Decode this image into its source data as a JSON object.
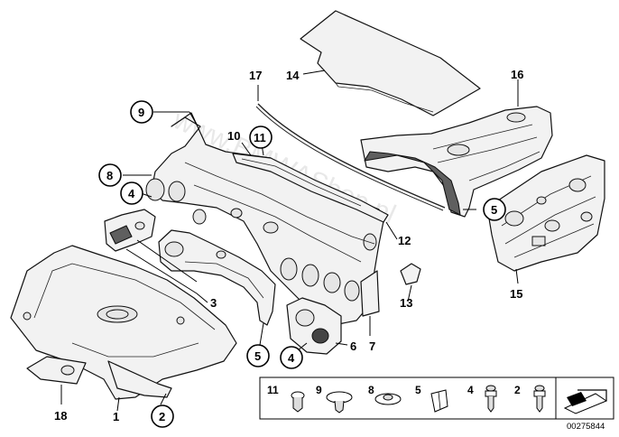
{
  "callouts": {
    "c1": "1",
    "c2": "2",
    "c3": "3",
    "c4a": "4",
    "c4b": "4",
    "c5a": "5",
    "c5b": "5",
    "c6": "6",
    "c7": "7",
    "c8": "8",
    "c9": "9",
    "c10": "10",
    "c11": "11",
    "c12": "12",
    "c13": "13",
    "c14": "14",
    "c15": "15",
    "c16": "16",
    "c17": "17",
    "c18": "18"
  },
  "legend": {
    "items": [
      "11",
      "9",
      "8",
      "5",
      "4",
      "2"
    ]
  },
  "watermark": "www.BMWAShop.pl",
  "image_number": "00275844",
  "colors": {
    "line": "#000000",
    "fill": "#f2f2f2",
    "dark_fill": "#5f5f5f"
  },
  "icons": [
    "clip-icon",
    "push-rivet-icon",
    "clip-nut-icon",
    "expanding-nut-icon",
    "screw-clip-icon",
    "spreader-rivet-icon",
    "exploded-view-arrow-icon"
  ]
}
